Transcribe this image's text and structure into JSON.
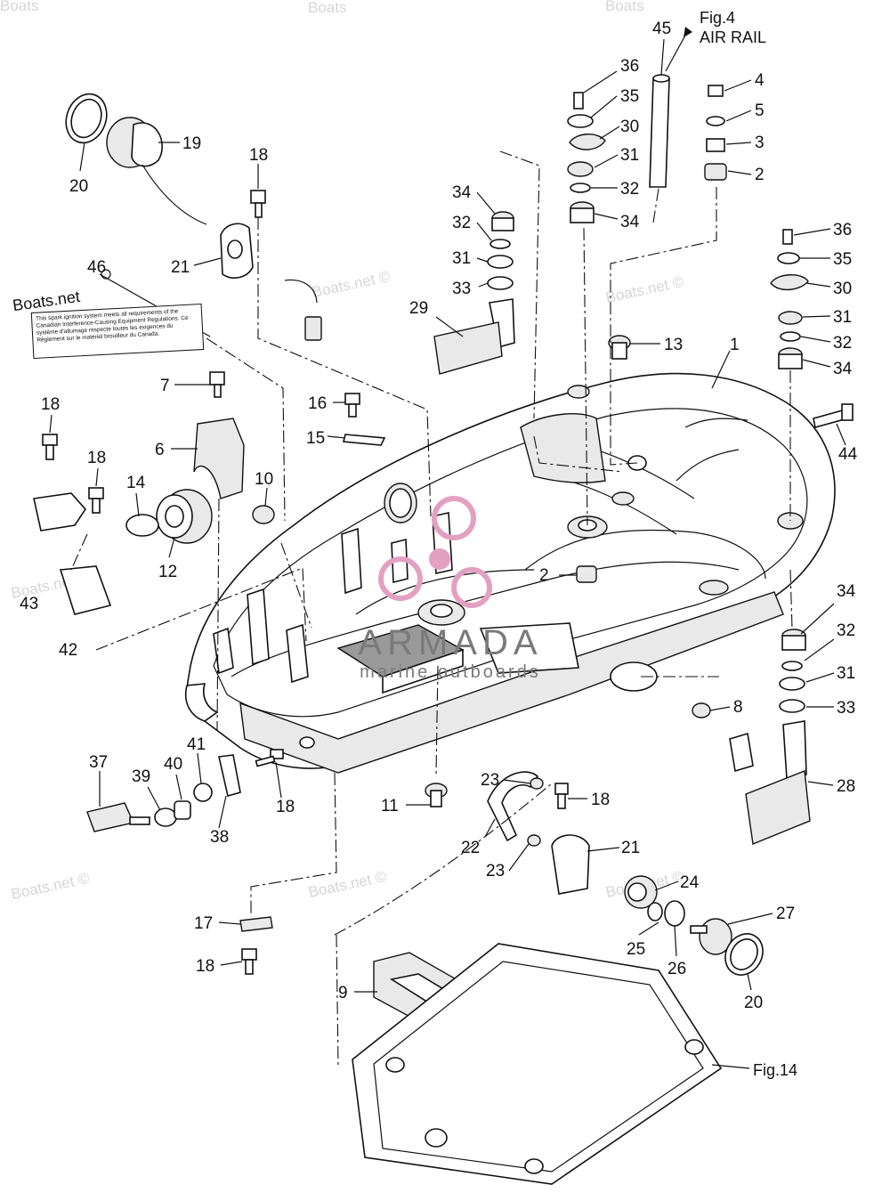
{
  "diagram": {
    "callouts": [
      {
        "id": "c45",
        "text": "45"
      },
      {
        "id": "c36a",
        "text": "36"
      },
      {
        "id": "c35a",
        "text": "35"
      },
      {
        "id": "c30a",
        "text": "30"
      },
      {
        "id": "c31a",
        "text": "31"
      },
      {
        "id": "c32a",
        "text": "32"
      },
      {
        "id": "c34a",
        "text": "34"
      },
      {
        "id": "c4",
        "text": "4"
      },
      {
        "id": "c5",
        "text": "5"
      },
      {
        "id": "c3",
        "text": "3"
      },
      {
        "id": "c2a",
        "text": "2"
      },
      {
        "id": "c19",
        "text": "19"
      },
      {
        "id": "c20a",
        "text": "20"
      },
      {
        "id": "c18a",
        "text": "18"
      },
      {
        "id": "c21a",
        "text": "21"
      },
      {
        "id": "c46",
        "text": "46"
      },
      {
        "id": "c34b",
        "text": "34"
      },
      {
        "id": "c32b",
        "text": "32"
      },
      {
        "id": "c31b",
        "text": "31"
      },
      {
        "id": "c33a",
        "text": "33"
      },
      {
        "id": "c29",
        "text": "29"
      },
      {
        "id": "c36b",
        "text": "36"
      },
      {
        "id": "c35b",
        "text": "35"
      },
      {
        "id": "c30b",
        "text": "30"
      },
      {
        "id": "c31c",
        "text": "31"
      },
      {
        "id": "c32c",
        "text": "32"
      },
      {
        "id": "c34c",
        "text": "34"
      },
      {
        "id": "c13",
        "text": "13"
      },
      {
        "id": "c1",
        "text": "1"
      },
      {
        "id": "c7",
        "text": "7"
      },
      {
        "id": "c16",
        "text": "16"
      },
      {
        "id": "c15",
        "text": "15"
      },
      {
        "id": "c18b",
        "text": "18"
      },
      {
        "id": "c6",
        "text": "6"
      },
      {
        "id": "c44",
        "text": "44"
      },
      {
        "id": "c18c",
        "text": "18"
      },
      {
        "id": "c14",
        "text": "14"
      },
      {
        "id": "c10",
        "text": "10"
      },
      {
        "id": "c12",
        "text": "12"
      },
      {
        "id": "c2b",
        "text": "2"
      },
      {
        "id": "c43",
        "text": "43"
      },
      {
        "id": "c42",
        "text": "42"
      },
      {
        "id": "c34d",
        "text": "34"
      },
      {
        "id": "c32d",
        "text": "32"
      },
      {
        "id": "c31d",
        "text": "31"
      },
      {
        "id": "c8",
        "text": "8"
      },
      {
        "id": "c33b",
        "text": "33"
      },
      {
        "id": "c37",
        "text": "37"
      },
      {
        "id": "c39",
        "text": "39"
      },
      {
        "id": "c40",
        "text": "40"
      },
      {
        "id": "c41",
        "text": "41"
      },
      {
        "id": "c18d",
        "text": "18"
      },
      {
        "id": "c38",
        "text": "38"
      },
      {
        "id": "c23a",
        "text": "23"
      },
      {
        "id": "c18e",
        "text": "18"
      },
      {
        "id": "c11",
        "text": "11"
      },
      {
        "id": "c28",
        "text": "28"
      },
      {
        "id": "c22",
        "text": "22"
      },
      {
        "id": "c21b",
        "text": "21"
      },
      {
        "id": "c23b",
        "text": "23"
      },
      {
        "id": "c24",
        "text": "24"
      },
      {
        "id": "c17",
        "text": "17"
      },
      {
        "id": "c27",
        "text": "27"
      },
      {
        "id": "c25",
        "text": "25"
      },
      {
        "id": "c26",
        "text": "26"
      },
      {
        "id": "c18f",
        "text": "18"
      },
      {
        "id": "c9",
        "text": "9"
      },
      {
        "id": "c20b",
        "text": "20"
      }
    ],
    "fig_refs": {
      "fig4_line1": "Fig.4",
      "fig4_line2": "AIR RAIL",
      "fig14": "Fig.14"
    },
    "sticker_text": "This spark ignition system meets all requirements of the Canadian Interference-Causing Equipment Regulations. Ce système d'allumage respecte toutes les exigences du Règlement sur le matériel brouilleur du Canada.",
    "watermarks": {
      "boats_net": "Boats.net",
      "boats_net_c": "Boats.net ©",
      "boats": "Boats"
    },
    "brand": {
      "name": "ARMADA",
      "tagline": "marine outboards"
    }
  }
}
